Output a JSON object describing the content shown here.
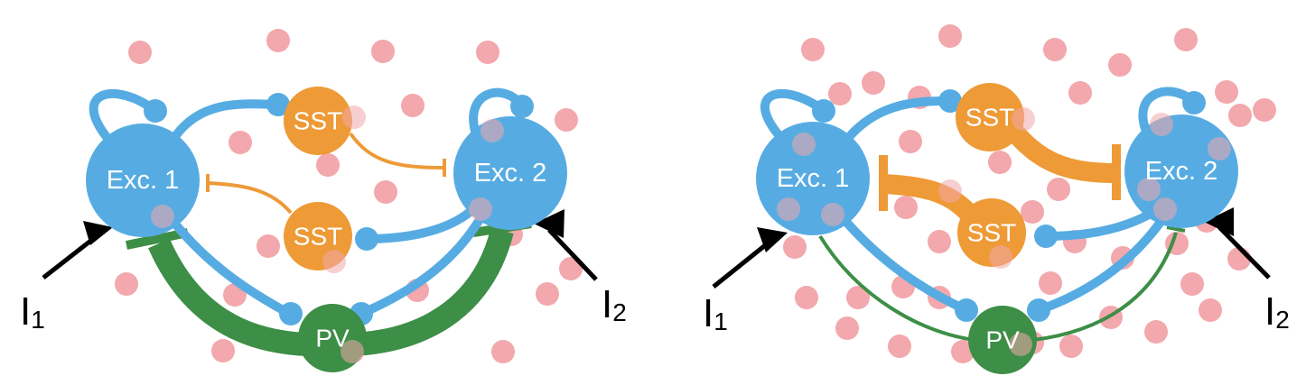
{
  "colors": {
    "excitatory": "#56ACE2",
    "sst": "#EE9A36",
    "pv": "#3D8E46",
    "background_cells": "#F2A8AC",
    "input": "#000000"
  },
  "panels": [
    {
      "exc1_label": "Exc. 1",
      "exc2_label": "Exc. 2",
      "sst_top_label": "SST",
      "sst_bottom_label": "SST",
      "pv_label": "PV",
      "input1_label": "I",
      "input1_sub": "1",
      "input2_label": "I",
      "input2_sub": "2"
    },
    {
      "exc1_label": "Exc. 1",
      "exc2_label": "Exc. 2",
      "sst_top_label": "SST",
      "sst_bottom_label": "SST",
      "pv_label": "PV",
      "input1_label": "I",
      "input1_sub": "1",
      "input2_label": "I",
      "input2_sub": "2"
    }
  ]
}
